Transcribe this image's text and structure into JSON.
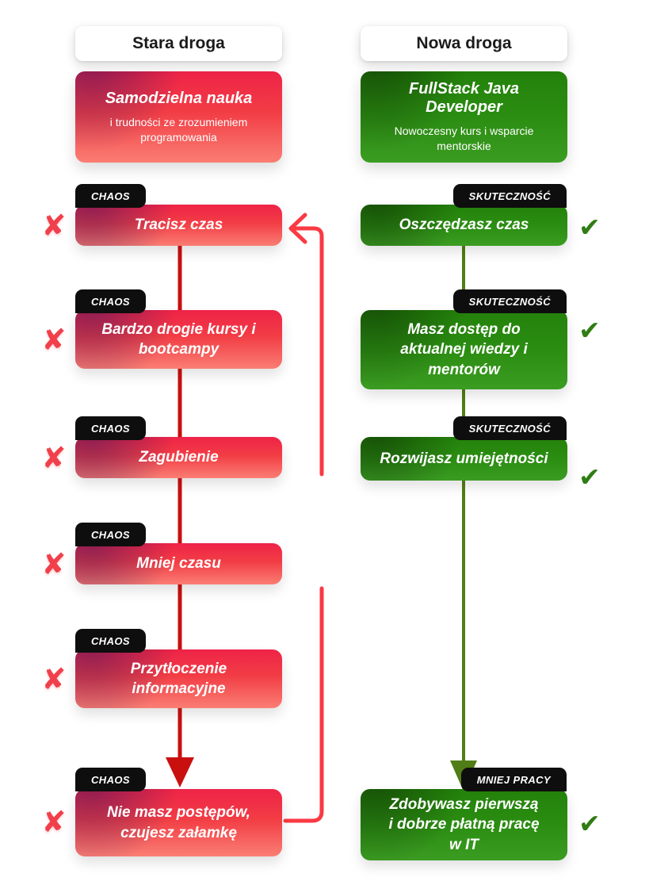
{
  "diagram": {
    "old_path": {
      "header": "Stara droga",
      "intro_title": "Samodzielna nauka",
      "intro_subtitle": "i trudności ze zrozumieniem programowania",
      "steps": [
        {
          "tag": "CHAOS",
          "label": "Tracisz czas"
        },
        {
          "tag": "CHAOS",
          "label": "Bardzo drogie kursy i bootcampy"
        },
        {
          "tag": "CHAOS",
          "label": "Zagubienie"
        },
        {
          "tag": "CHAOS",
          "label": "Mniej czasu"
        },
        {
          "tag": "CHAOS",
          "label": "Przytłoczenie informacyjne"
        },
        {
          "tag": "CHAOS",
          "label": "Nie masz postępów, czujesz załamkę"
        }
      ]
    },
    "new_path": {
      "header": "Nowa droga",
      "intro_title": "FullStack Java Developer",
      "intro_subtitle": "Nowoczesny kurs i wsparcie mentorskie",
      "steps": [
        {
          "tag": "SKUTECZNOŚĆ",
          "label": "Oszczędzasz czas"
        },
        {
          "tag": "SKUTECZNOŚĆ",
          "label": "Masz dostęp do aktualnej wiedzy i mentorów"
        },
        {
          "tag": "SKUTECZNOŚĆ",
          "label": "Rozwijasz umiejętności"
        },
        {
          "tag": "MNIEJ PRACY",
          "label": "Zdobywasz pierwszą i dobrze płatną pracę w IT"
        }
      ]
    },
    "icons": {
      "negative": "✘",
      "positive": "✔"
    },
    "colors": {
      "negative_box_red": "#f23d45",
      "positive_box_green": "#2b8d12",
      "tag_black": "#0e0e0e",
      "old_flow_line": "#c9100f",
      "old_loop_line": "#fb3a44",
      "new_flow_line": "#517d16",
      "x_mark": "#f0404b",
      "check_mark": "#2f7d13"
    }
  }
}
